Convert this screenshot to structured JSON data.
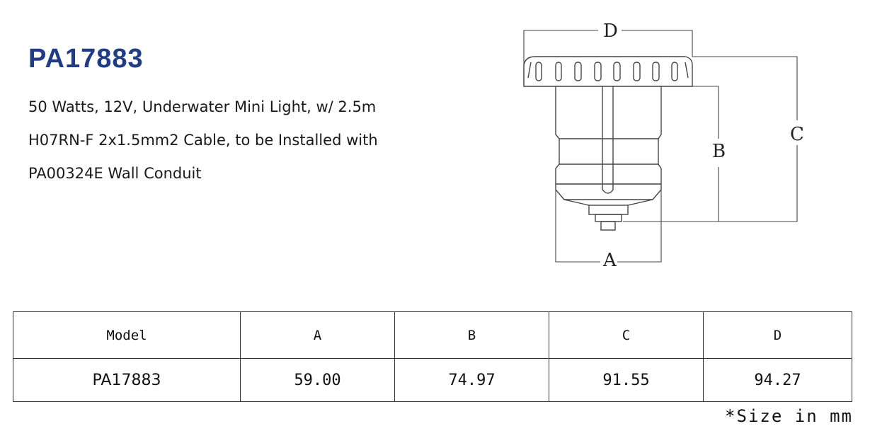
{
  "product": {
    "model": "PA17883",
    "description_lines": [
      "50 Watts, 12V, Underwater Mini Light, w/ 2.5m",
      "H07RN-F 2x1.5mm2 Cable, to be Installed with",
      "PA00324E Wall Conduit"
    ]
  },
  "drawing": {
    "labels": {
      "a": "A",
      "b": "B",
      "c": "C",
      "d": "D"
    }
  },
  "table": {
    "headers": [
      "Model",
      "A",
      "B",
      "C",
      "D"
    ],
    "rows": [
      [
        "PA17883",
        "59.00",
        "74.97",
        "91.55",
        "94.27"
      ]
    ]
  },
  "note": "*Size in mm",
  "colors": {
    "title": "#1f3d86"
  }
}
